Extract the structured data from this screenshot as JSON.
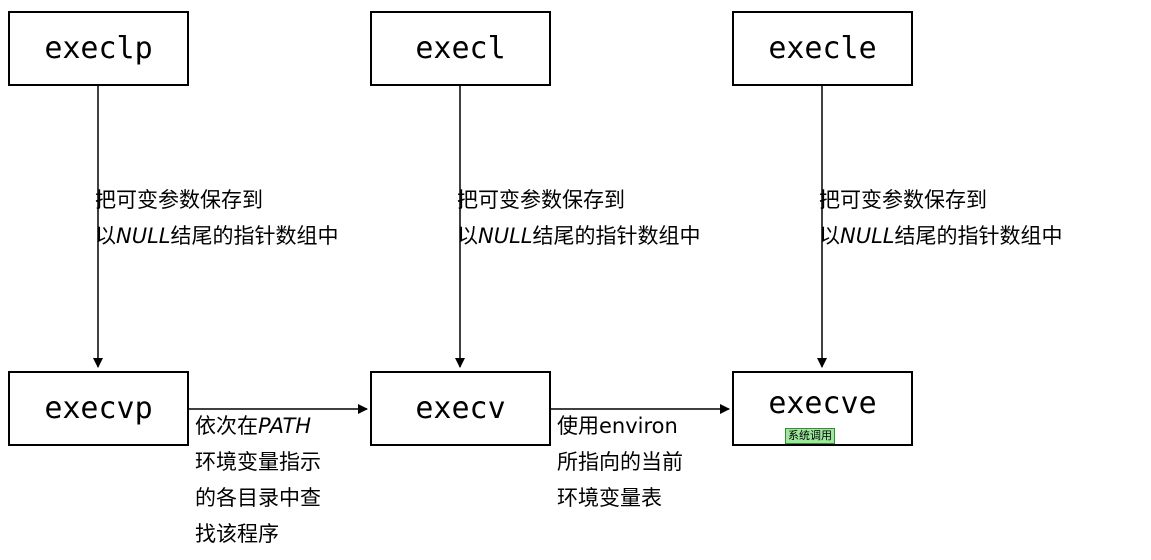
{
  "boxes": {
    "execlp": "execlp",
    "execl": "execl",
    "execle": "execle",
    "execvp": "execvp",
    "execv": "execv",
    "execve": "execve"
  },
  "badge": "系统调用",
  "notes": {
    "to_vector": {
      "line1": "把可变参数保存到",
      "line2_prefix": "以",
      "line2_null": "NULL",
      "line2_suffix": "结尾的指针数组中"
    },
    "path_search": {
      "line1_prefix": "依次在",
      "line1_path": "PATH",
      "line2": "环境变量指示",
      "line3": "的各目录中查",
      "line4": "找该程序"
    },
    "environ": {
      "line1_prefix": "使用",
      "line1_environ": "environ",
      "line2": "所指向的当前",
      "line3": "环境变量表"
    }
  }
}
